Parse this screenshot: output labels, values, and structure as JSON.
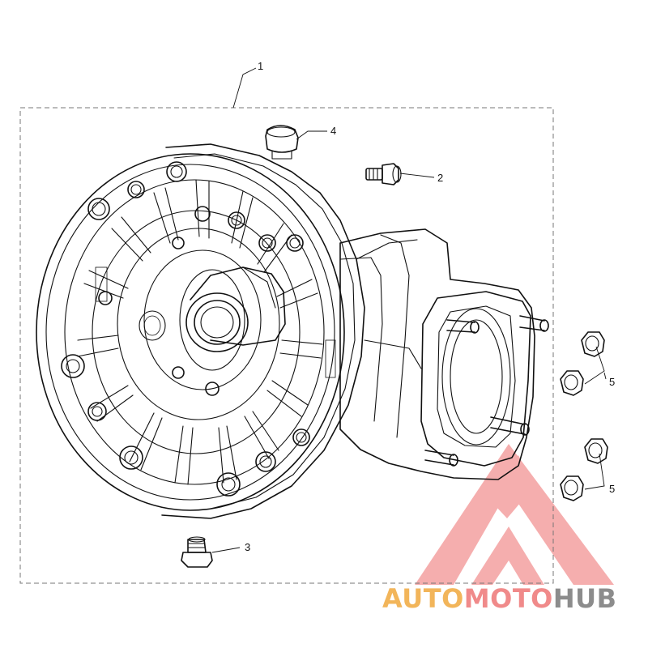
{
  "callouts": [
    {
      "id": "1",
      "text": "1"
    },
    {
      "id": "2",
      "text": "2"
    },
    {
      "id": "3",
      "text": "3"
    },
    {
      "id": "4",
      "text": "4"
    },
    {
      "id": "5a",
      "text": "5"
    },
    {
      "id": "5b",
      "text": "5"
    }
  ],
  "watermark": {
    "auto": "AUTO",
    "moto": "MOTO",
    "hub": "HUB",
    "color_auto": "#f2b55a",
    "color_moto": "#f08a8a",
    "color_hub": "#8c8c8c",
    "logo_color": "#f07a7a"
  }
}
